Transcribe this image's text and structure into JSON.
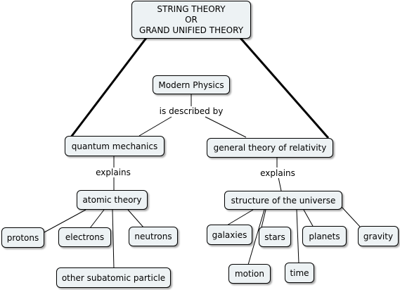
{
  "title_lines": [
    "STRING THEORY",
    "OR",
    "GRAND UNIFIED THEORY"
  ],
  "nodes": {
    "modern_physics": "Modern Physics",
    "quantum_mechanics": "quantum mechanics",
    "general_relativity": "general theory of relativity",
    "atomic_theory": "atomic theory",
    "structure_universe": "structure of the universe",
    "protons": "protons",
    "electrons": "electrons",
    "neutrons": "neutrons",
    "other_subatomic": "other subatomic particle",
    "galaxies": "galaxies",
    "stars": "stars",
    "planets": "planets",
    "gravity": "gravity",
    "motion": "motion",
    "time": "time"
  },
  "link_labels": {
    "described_by": "is described by",
    "explains_left": "explains",
    "explains_right": "explains"
  },
  "colors": {
    "node_fill": "#edf2f4",
    "line": "#000000"
  }
}
